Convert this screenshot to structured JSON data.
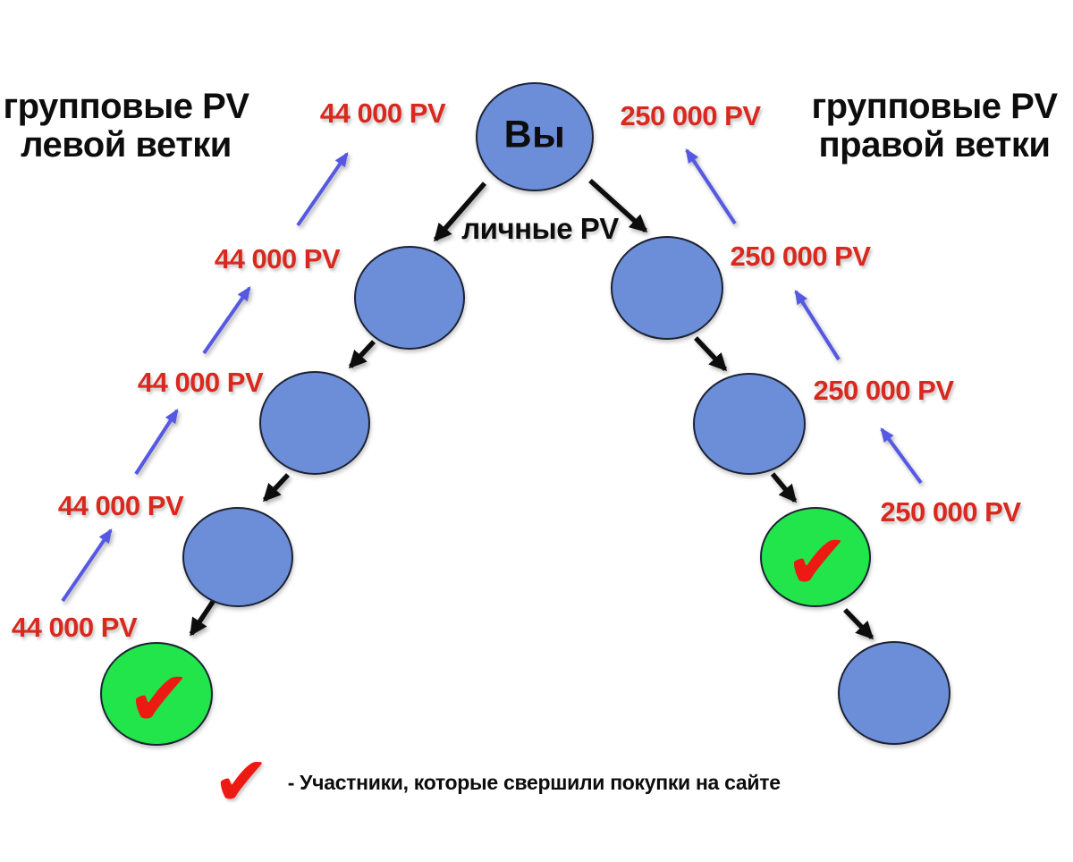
{
  "headers": {
    "left": {
      "line1": "групповые PV",
      "line2": "левой ветки"
    },
    "right": {
      "line1": "групповые PV",
      "line2": "правой ветки"
    }
  },
  "root": {
    "label": "Вы"
  },
  "personal_pv": {
    "label": "личные PV"
  },
  "left_branch": {
    "group_pv_labels": [
      "44 000 PV",
      "44 000 PV",
      "44 000 PV",
      "44 000 PV",
      "44 000 PV"
    ],
    "nodes": [
      "member",
      "member",
      "member",
      "buyer"
    ]
  },
  "right_branch": {
    "group_pv_labels": [
      "250 000 PV",
      "250 000 PV",
      "250 000 PV",
      "250 000 PV"
    ],
    "nodes": [
      "member",
      "member",
      "buyer",
      "member"
    ]
  },
  "checkmark_glyph": "✔",
  "legend": {
    "checkmark_icon": "✔",
    "text": "- Участники, которые свершили покупки на сайте"
  },
  "colors": {
    "background": "#ffffff",
    "node-blue": "#6c8ed9",
    "node-green": "#22e44b",
    "node-border": "#1c2433",
    "pv-red": "#d9291f",
    "check-red": "#ec1a12",
    "arrow-black": "#0c0c0c",
    "arrow-blue": "#5559e2",
    "text-black": "#0d0d0d"
  }
}
